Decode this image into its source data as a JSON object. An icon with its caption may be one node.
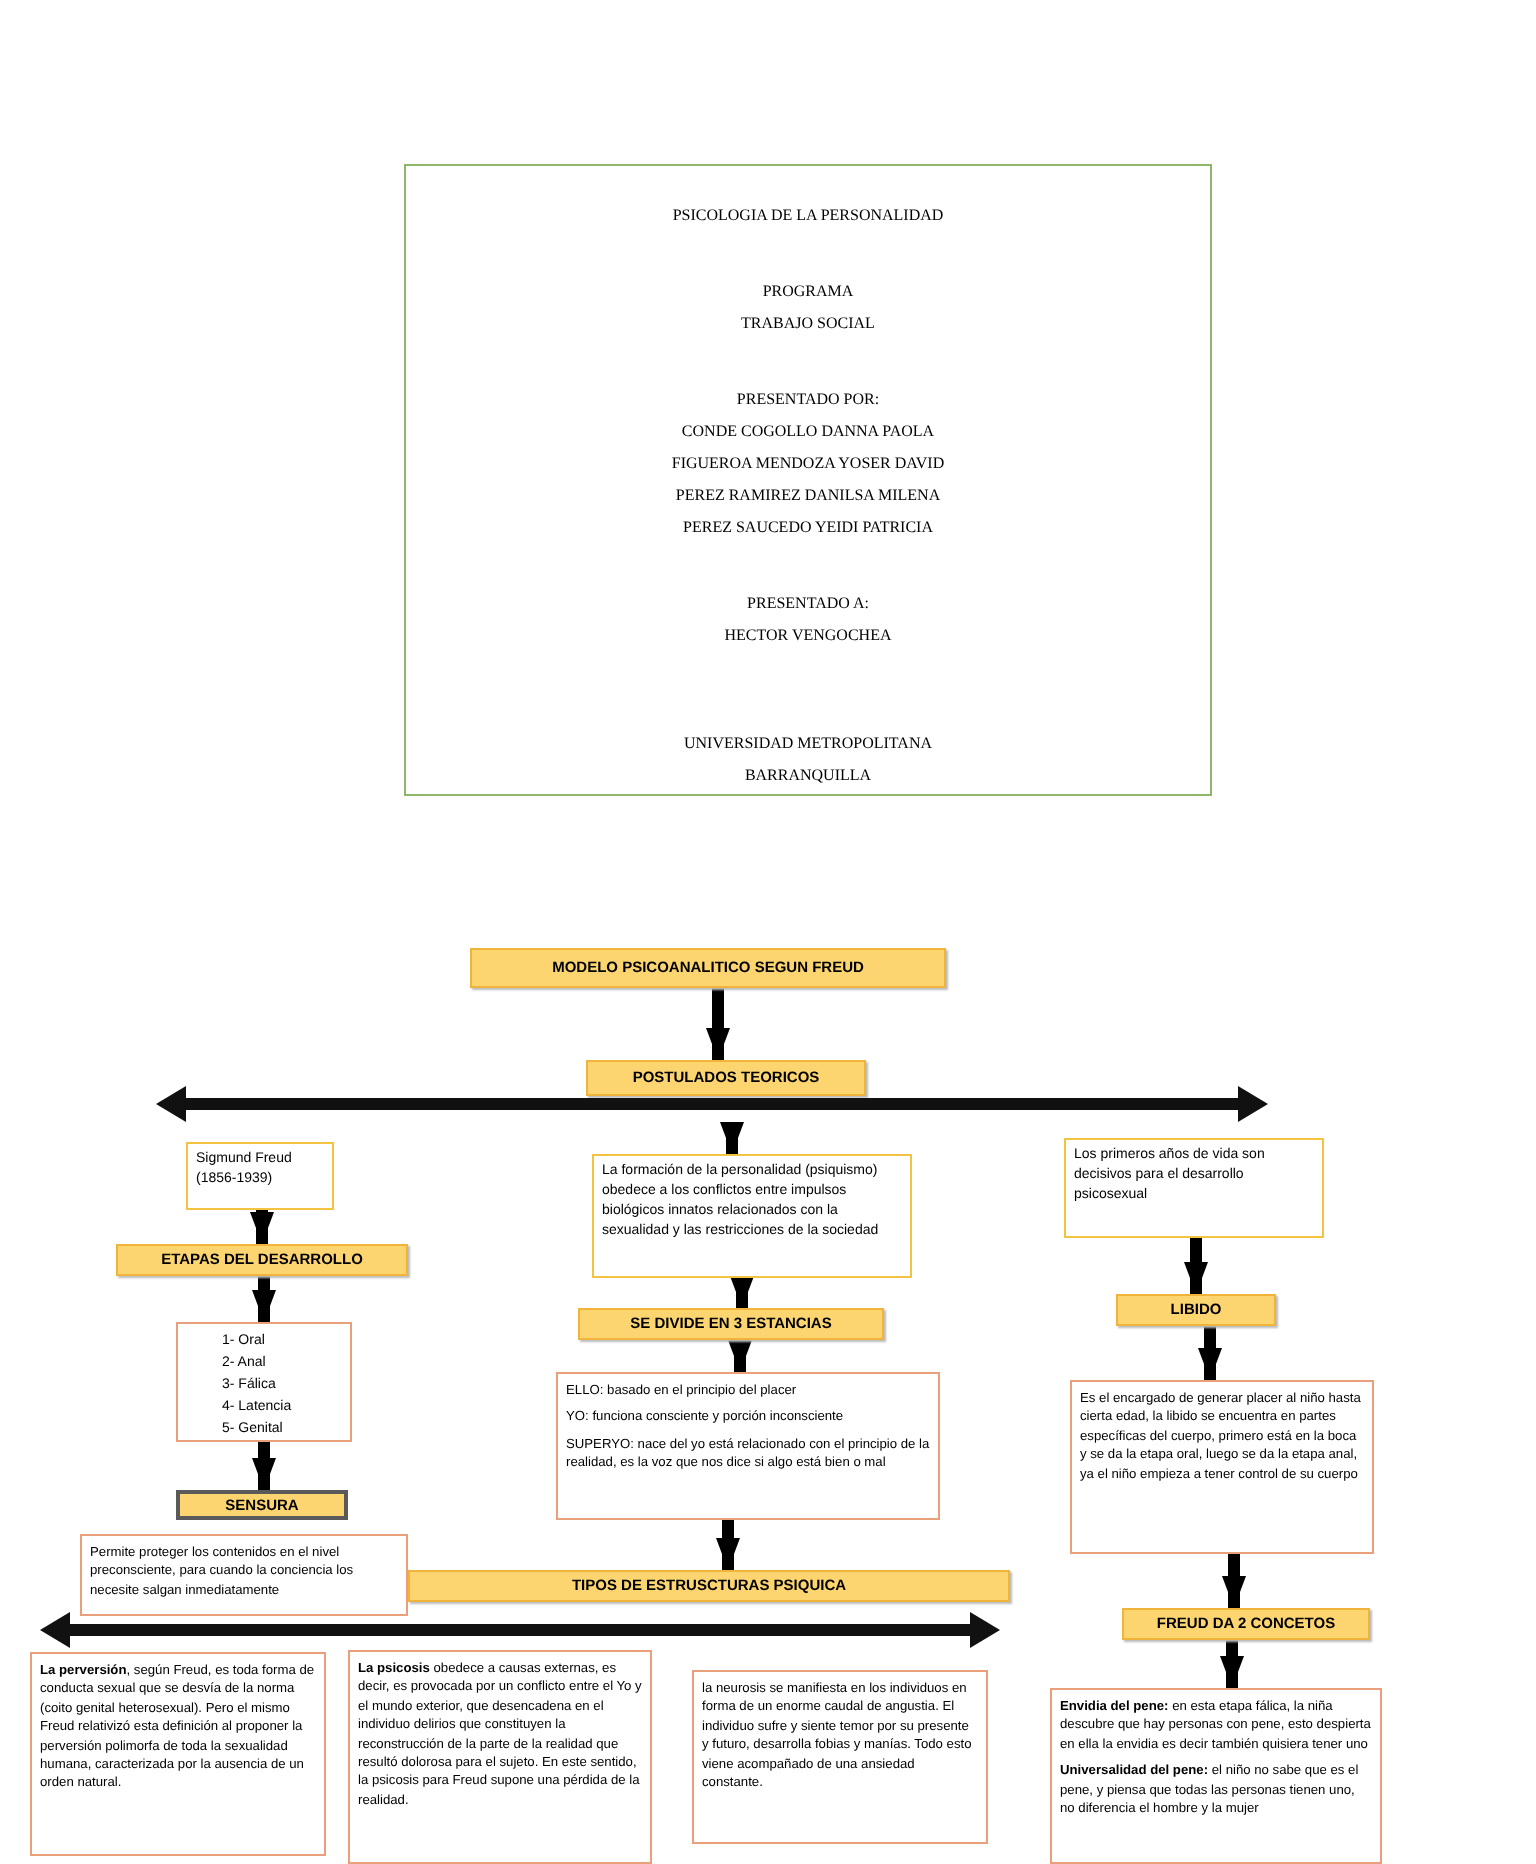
{
  "diagram": {
    "nodes": [
      {
        "text": [
          "PSICOLOGIA DE LA PERSONALIDAD",
          "PROGRAMA",
          "TRABAJO SOCIAL",
          "PRESENTADO POR:",
          "CONDE COGOLLO DANNA PAOLA",
          "FIGUEROA MENDOZA YOSER DAVID",
          "PEREZ RAMIREZ DANILSA MILENA",
          "PEREZ SAUCEDO YEIDI PATRICIA",
          "PRESENTADO A:",
          "HECTOR VENGOCHEA",
          "UNIVERSIDAD METROPOLITANA",
          "BARRANQUILLA"
        ]
      },
      {
        "text": [
          "MODELO PSICOANALITICO SEGUN FREUD"
        ]
      },
      {
        "text": [
          "POSTULADOS TEORICOS"
        ]
      },
      {
        "text": [
          "Sigmund Freud (1856-1939)"
        ]
      },
      {
        "text": [
          "La formación de la personalidad (psiquismo) obedece a los conflictos entre impulsos biológicos innatos relacionados con la sexualidad y las restricciones de la sociedad"
        ]
      },
      {
        "text": [
          "Los primeros años de vida son decisivos para el desarrollo psicosexual"
        ]
      },
      {
        "text": [
          "ETAPAS DEL DESARROLLO"
        ]
      },
      {
        "text": [
          "1-  Oral",
          "2-  Anal",
          "3-  Fálica",
          "4-  Latencia",
          "5-  Genital"
        ]
      },
      {
        "text": [
          "SENSURA"
        ]
      },
      {
        "text": [
          "Permite proteger los contenidos en el nivel preconsciente, para cuando la conciencia los necesite salgan inmediatamente"
        ]
      },
      {
        "text": [
          "SE DIVIDE EN 3 ESTANCIAS"
        ]
      },
      {
        "text": [
          "ELLO: basado en el principio del placer",
          "YO: funciona consciente y porción inconsciente",
          "SUPERYO: nace del yo está relacionado con el principio de la realidad, es la voz que nos dice si algo está bien o mal"
        ]
      },
      {
        "text": [
          "TIPOS DE ESTRUSCTURAS PSIQUICA"
        ]
      },
      {
        "text": [
          "LIBIDO"
        ]
      },
      {
        "text": [
          "Es el encargado de generar placer al niño hasta cierta edad, la libido se encuentra en partes específicas del cuerpo, primero está en la boca y se da la etapa oral, luego se da la etapa anal, ya el niño empieza a tener control de su cuerpo"
        ]
      },
      {
        "text": [
          "FREUD DA 2 CONCETOS"
        ]
      },
      {
        "text": [
          "**La perversión**, según Freud, es toda forma de conducta sexual que se desvía de la norma (coito genital heterosexual). Pero el mismo Freud relativizó esta definición al proponer la perversión polimorfa de toda la sexualidad humana, caracterizada por la ausencia de un orden natural."
        ]
      },
      {
        "text": [
          "**La psicosis** obedece a causas externas, es decir, es provocada por un conflicto entre el Yo y el mundo exterior, que desencadena en el individuo delirios que constituyen la reconstrucción de la parte de la realidad que resultó dolorosa para el sujeto. En este sentido, la psicosis para Freud supone una pérdida de la realidad."
        ]
      },
      {
        "text": [
          "la neurosis se manifiesta en los individuos en forma de un enorme caudal de angustia. El individuo sufre y siente temor por su presente y futuro, desarrolla fobias y manías. Todo esto viene acompañado de una ansiedad constante."
        ]
      },
      {
        "text": [
          "**Envidia del pene:** en esta etapa fálica, la niña descubre que hay personas con pene, esto despierta en ella la envidia es decir también quisiera tener uno",
          "**Universalidad del pene:** el niño no sabe que es el pene, y piensa que todas las personas tienen uno, no diferencia el hombre y la mujer"
        ]
      },
      {
        "text": [],
        "shape": "bar"
      },
      {
        "text": [],
        "shape": "bar"
      }
    ],
    "edges": [
      {
        "from": 1,
        "to": 2,
        "arrow": "to"
      },
      {
        "from": 20,
        "to": 4,
        "arrow": "to"
      },
      {
        "from": 3,
        "to": 6,
        "arrow": "to"
      },
      {
        "from": 6,
        "to": 7,
        "arrow": "to"
      },
      {
        "from": 7,
        "to": 8,
        "arrow": "to"
      },
      {
        "from": 4,
        "to": 10,
        "arrow": "to"
      },
      {
        "from": 10,
        "to": 11,
        "arrow": "to"
      },
      {
        "from": 11,
        "to": 12,
        "arrow": "to"
      },
      {
        "from": 5,
        "to": 13,
        "arrow": "to"
      },
      {
        "from": 13,
        "to": 14,
        "arrow": "to"
      },
      {
        "from": 14,
        "to": 15,
        "arrow": "to"
      },
      {
        "from": 15,
        "to": 19,
        "arrow": "to"
      }
    ]
  }
}
